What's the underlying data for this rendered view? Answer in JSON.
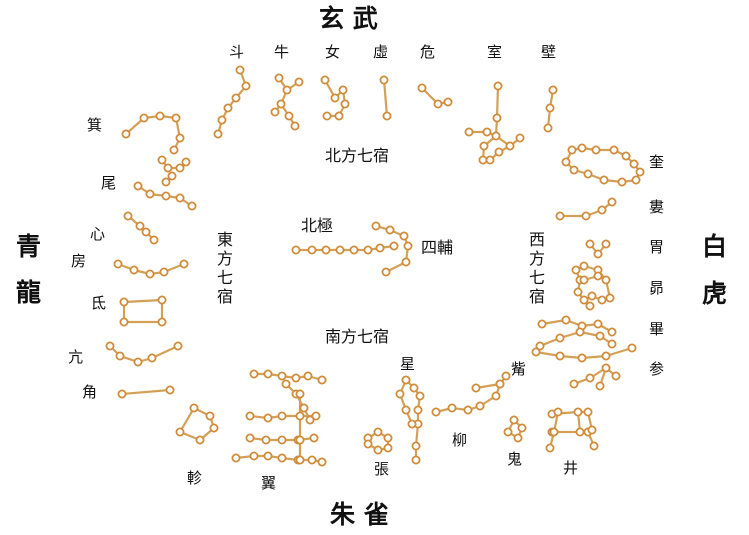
{
  "colors": {
    "star_line": "#d4a055",
    "star_outline": "#d08c3a",
    "text": "#111111",
    "background": "#ffffff"
  },
  "quadrants": {
    "north": "玄 武",
    "south": "朱 雀",
    "east_top": "青",
    "east_bottom": "龍",
    "west_top": "白",
    "west_bottom": "虎"
  },
  "regions": {
    "north": "北方七宿",
    "south": "南方七宿",
    "east": "東方七宿",
    "west": "西方七宿"
  },
  "center": {
    "pole": "北極",
    "four_assistants": "四輔"
  },
  "mansions": {
    "north": [
      "斗",
      "牛",
      "女",
      "虛",
      "危",
      "室",
      "壁"
    ],
    "east": [
      "箕",
      "尾",
      "心",
      "房",
      "氐",
      "亢",
      "角"
    ],
    "west": [
      "奎",
      "婁",
      "胃",
      "昴",
      "畢",
      "参",
      "觜"
    ],
    "south": [
      "井",
      "鬼",
      "柳",
      "星",
      "張",
      "翼",
      "軫"
    ]
  }
}
